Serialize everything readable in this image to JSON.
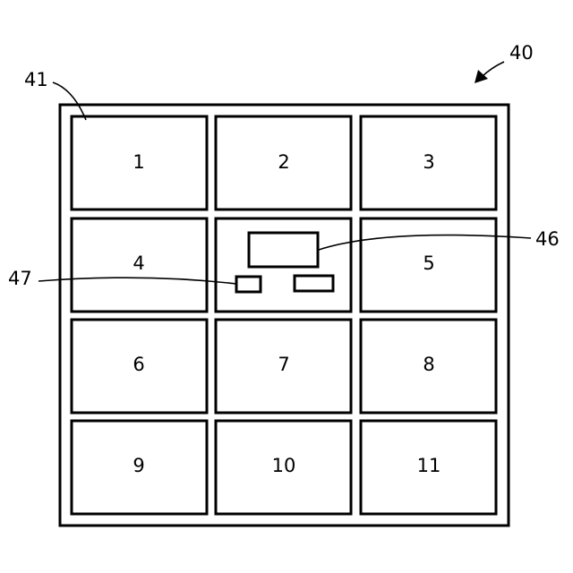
{
  "figure": {
    "reference_labels": {
      "device": "40",
      "cabinet": "41",
      "display_panel": "46",
      "button_panel": "47"
    },
    "compartments": [
      {
        "label": "1"
      },
      {
        "label": "2"
      },
      {
        "label": "3"
      },
      {
        "label": "4"
      },
      {
        "label": ""
      },
      {
        "label": "5"
      },
      {
        "label": "6"
      },
      {
        "label": "7"
      },
      {
        "label": "8"
      },
      {
        "label": "9"
      },
      {
        "label": "10"
      },
      {
        "label": "11"
      }
    ],
    "line_color": "#000000",
    "background_color": "#ffffff"
  }
}
